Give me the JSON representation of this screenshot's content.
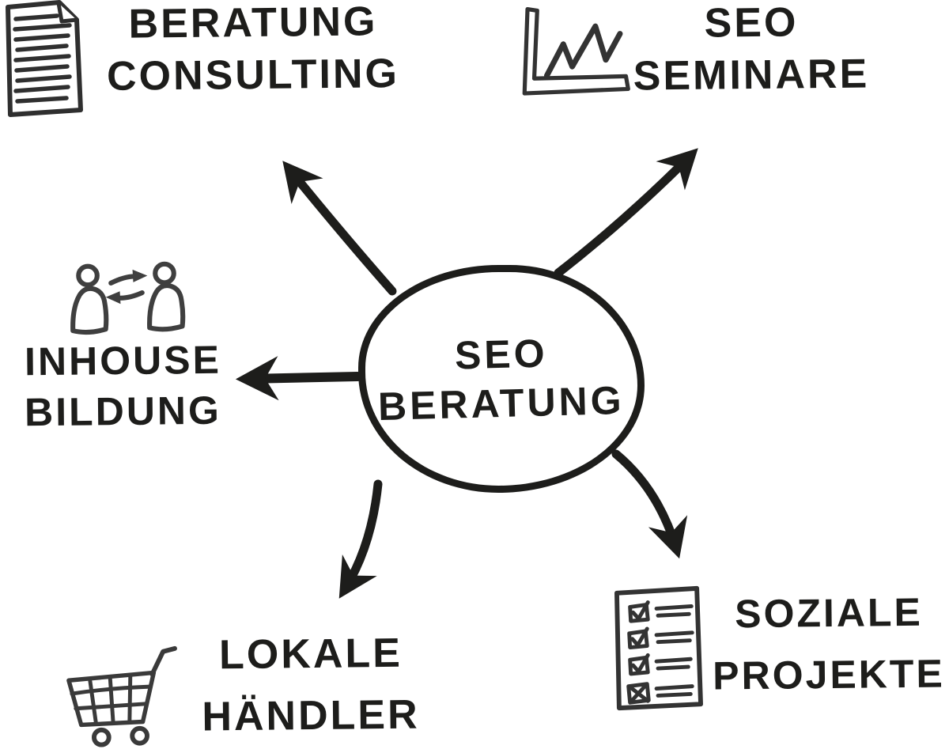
{
  "diagram_title": "SEO Beratung mind map",
  "colors": {
    "ink": "#1d1d1b",
    "icon_ink": "#3a3a3a",
    "background": "#ffffff"
  },
  "center": {
    "line1": "SEO",
    "line2": "BERATUNG",
    "shape": "hand-drawn-ellipse"
  },
  "nodes": {
    "beratung_consulting": {
      "line1": "BERATUNG",
      "line2": "CONSULTING",
      "icon": "document-icon",
      "position": "top-left"
    },
    "seo_seminare": {
      "line1": "SEO",
      "line2": "SEMINARE",
      "icon": "line-chart-icon",
      "position": "top-right"
    },
    "inhouse_bildung": {
      "line1": "INHOUSE",
      "line2": "BILDUNG",
      "icon": "people-exchange-icon",
      "position": "middle-left"
    },
    "lokale_haendler": {
      "line1": "LOKALE",
      "line2": "HÄNDLER",
      "icon": "shopping-cart-icon",
      "position": "bottom-left"
    },
    "soziale_projekte": {
      "line1": "SOZIALE",
      "line2": "PROJEKTE",
      "icon": "checklist-icon",
      "position": "bottom-right"
    }
  },
  "arrows": [
    {
      "from": "seo-beratung",
      "to": "beratung-consulting",
      "direction": "up-left"
    },
    {
      "from": "seo-beratung",
      "to": "seo-seminare",
      "direction": "up-right"
    },
    {
      "from": "seo-beratung",
      "to": "inhouse-bildung",
      "direction": "left"
    },
    {
      "from": "seo-beratung",
      "to": "lokale-haendler",
      "direction": "down-left"
    },
    {
      "from": "seo-beratung",
      "to": "soziale-projekte",
      "direction": "down-right"
    }
  ]
}
